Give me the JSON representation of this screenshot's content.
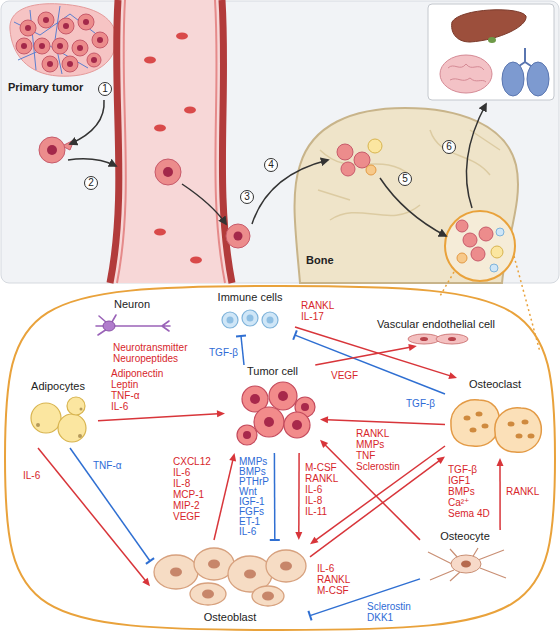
{
  "diagram": {
    "nodes": [
      {
        "text": [
          "Immune cells"
        ]
      },
      {
        "text": [
          "Neuron"
        ]
      },
      {
        "text": [
          "Vascular endothelial cell"
        ]
      },
      {
        "text": [
          "Adipocytes"
        ]
      },
      {
        "text": [
          "Tumor cell"
        ]
      },
      {
        "text": [
          "Osteoclast"
        ]
      },
      {
        "text": [
          "Osteocyte"
        ]
      },
      {
        "text": [
          "Osteoblast"
        ]
      }
    ],
    "edges": [
      {
        "from": 3,
        "to": 4,
        "arrow": "to"
      },
      {
        "from": 3,
        "to": 7,
        "arrow": "to"
      },
      {
        "from": 3,
        "to": 7,
        "arrow": "to"
      },
      {
        "from": 4,
        "to": 0,
        "arrow": "to"
      },
      {
        "from": 0,
        "to": 5,
        "arrow": "to"
      },
      {
        "from": 5,
        "to": 0,
        "arrow": "to"
      },
      {
        "from": 4,
        "to": 2,
        "arrow": "to"
      },
      {
        "from": 5,
        "to": 4,
        "arrow": "to"
      },
      {
        "from": 7,
        "to": 4,
        "arrow": "to"
      },
      {
        "from": 4,
        "to": 7,
        "arrow": "to"
      },
      {
        "from": 4,
        "to": 7,
        "arrow": "to"
      },
      {
        "from": 5,
        "to": 7,
        "arrow": "to"
      },
      {
        "from": 7,
        "to": 5,
        "arrow": "to"
      },
      {
        "from": 6,
        "to": 4,
        "arrow": "to"
      },
      {
        "from": 6,
        "to": 7,
        "arrow": "to"
      },
      {
        "from": 6,
        "to": 5,
        "arrow": "to"
      }
    ],
    "labels": [
      "Primary tumor",
      "1",
      "2",
      "3",
      "Bone",
      "4",
      "5",
      "6",
      "RANKL IL-17",
      "Neurotransmitter Neuropeptides",
      "TGF-β",
      "VEGF",
      "Adiponectin Leptin TNF-α IL-6",
      "TGF-β",
      "TGF-β IGF1 BMPs Ca²⁺ Sema 4D",
      "TNF-α",
      "IL-6",
      "CXCL12 IL-6 IL-8 MCP-1 MIP-2 VEGF",
      "MMPs BMPs PTHrP Wnt IGF-1 FGFs ET-1 IL-6",
      "M-CSF RANKL IL-6 IL-8 IL-11",
      "RANKL MMPs TNF Sclerostin",
      "RANKL",
      "IL-6 RANKL M-CSF",
      "Sclerostin DKK1"
    ]
  }
}
